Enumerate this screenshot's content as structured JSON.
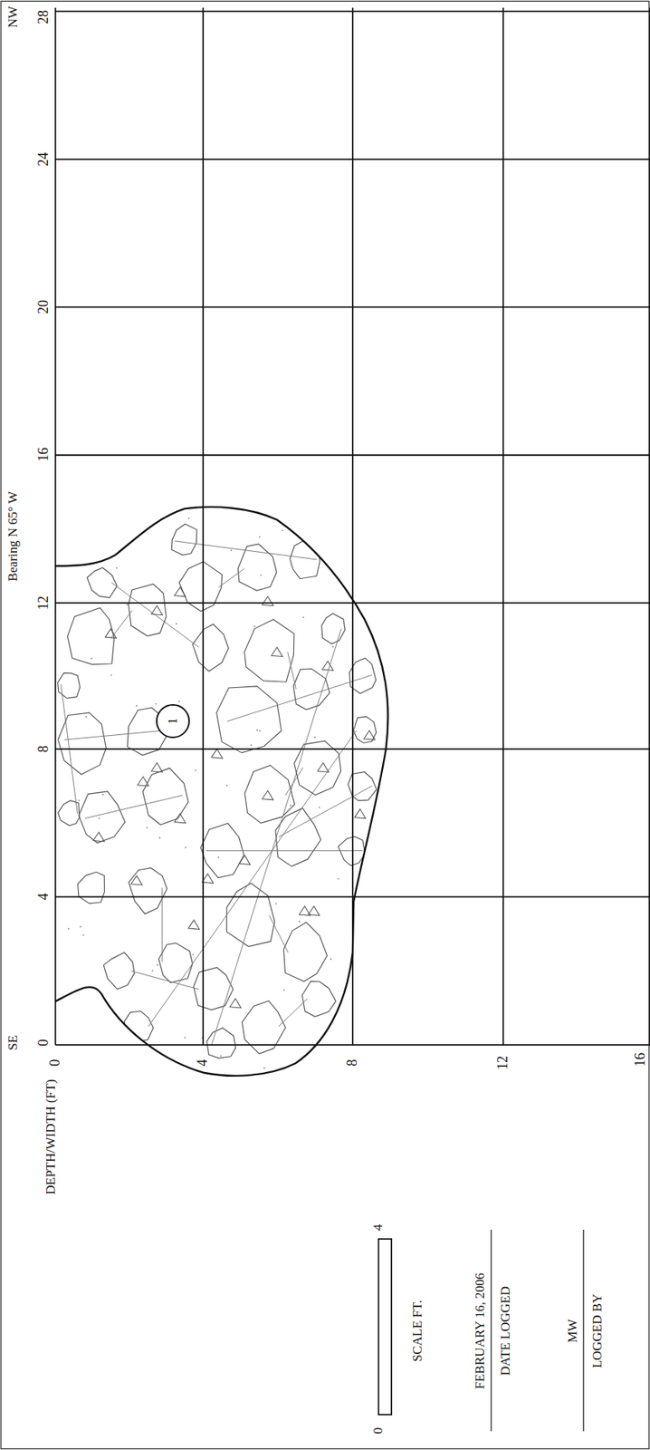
{
  "diagram": {
    "nodes": [
      {
        "text": [
          "1"
        ]
      }
    ],
    "labels": [
      "NW",
      "28",
      "24",
      "20",
      "16",
      "12",
      "8",
      "4",
      "0",
      "SE",
      "Bearing N 65° W",
      "0",
      "4",
      "8",
      "12",
      "16",
      "DEPTH/WIDTH (FT)",
      "0",
      "4",
      "SCALE FT.",
      "FEBRUARY 16, 2006",
      "DATE LOGGED",
      "MW",
      "LOGGED BY"
    ]
  }
}
